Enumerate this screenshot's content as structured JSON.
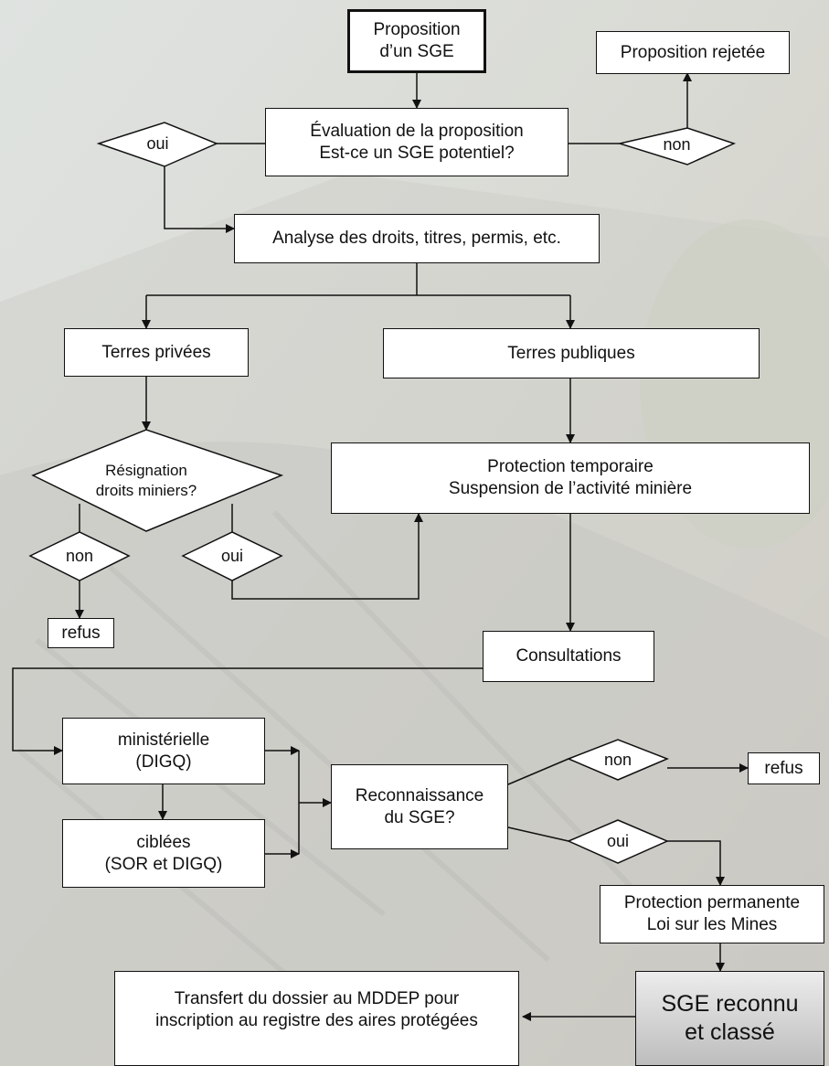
{
  "colors": {
    "box_fill": "#ffffff",
    "stroke": "#111111",
    "final_box_fill": "#d6d6d6"
  },
  "boxes": {
    "proposition": "Proposition\nd’un SGE",
    "rejetee": "Proposition rejetée",
    "evaluation": "Évaluation de la proposition\nEst-ce un SGE potentiel?",
    "analyse": "Analyse des droits, titres, permis, etc.",
    "privees": "Terres privées",
    "publiques": "Terres publiques",
    "protection_temp": "Protection temporaire\nSuspension de l’activité minière",
    "refus_left": "refus",
    "consultations": "Consultations",
    "ministerielle": "ministérielle\n(DIGQ)",
    "ciblees": "ciblées\n(SOR et DIGQ)",
    "reconnaissance": "Reconnaissance\ndu SGE?",
    "refus_right": "refus",
    "protection_perm": "Protection permanente\nLoi sur les Mines",
    "transfert": "Transfert du dossier au MDDEP pour\ninscription au registre des aires protégées",
    "sge_final": "SGE reconnu\net classé"
  },
  "decisions": {
    "oui_top": "oui",
    "non_top": "non",
    "resignation": "Résignation\ndroits miniers?",
    "non_left": "non",
    "oui_left": "oui",
    "non_right": "non",
    "oui_right": "oui"
  }
}
